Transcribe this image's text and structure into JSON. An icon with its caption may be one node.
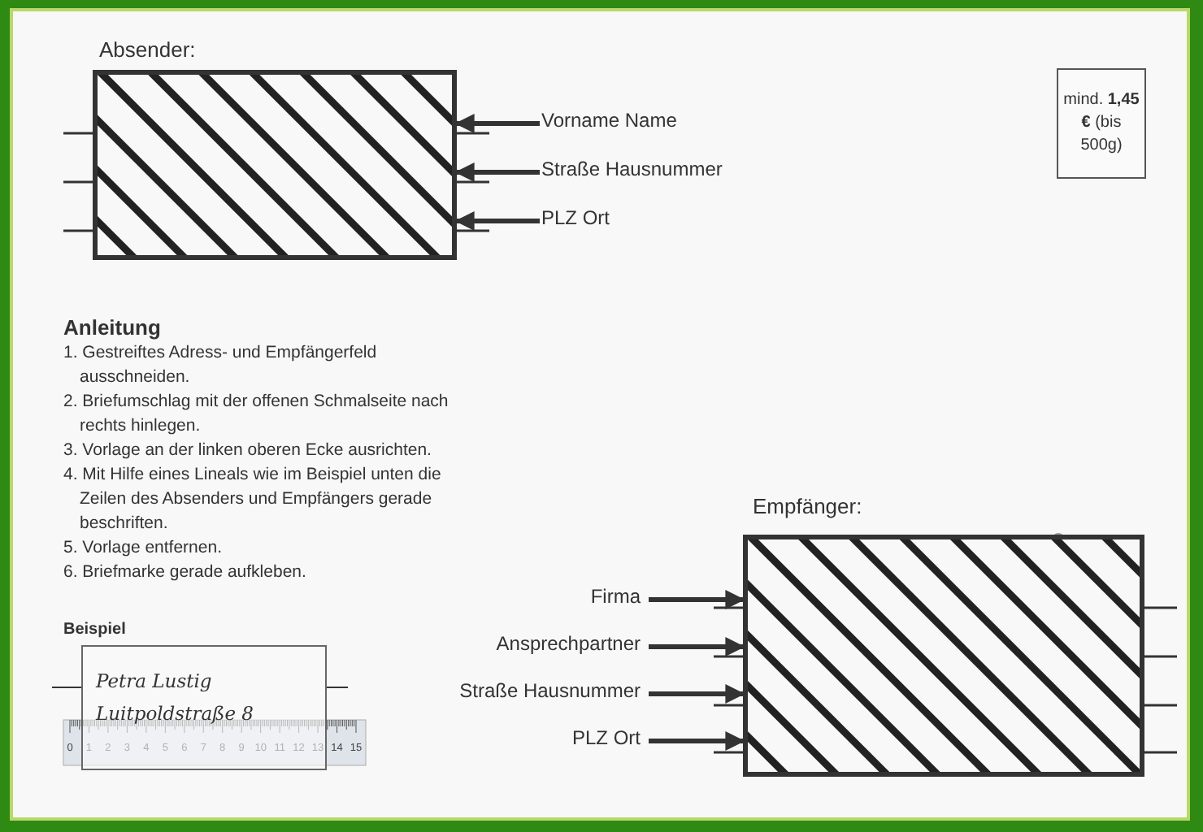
{
  "diagram": {
    "nodes": [
      {
        "text": [
          "Absender:"
        ]
      },
      {
        "text": [
          "Vorname Name"
        ]
      },
      {
        "text": [
          "Straße Hausnummer"
        ]
      },
      {
        "text": [
          "PLZ Ort"
        ]
      },
      {
        "text": [
          "mind. **1,45 €** (bis 500g)"
        ]
      },
      {
        "text": [
          "Beispiel",
          "Petra Lustig",
          "Luitpoldstraße 8"
        ]
      },
      {
        "text": [
          "Empfänger:"
        ]
      },
      {
        "text": [
          "Firma"
        ]
      },
      {
        "text": [
          "Ansprechpartner"
        ]
      },
      {
        "text": [
          "Straße Hausnummer"
        ]
      },
      {
        "text": [
          "PLZ Ort"
        ]
      }
    ],
    "edges": [
      {
        "from": 1,
        "to": 0,
        "arrow": "to"
      },
      {
        "from": 2,
        "to": 0,
        "arrow": "to"
      },
      {
        "from": 3,
        "to": 0,
        "arrow": "to"
      },
      {
        "from": 7,
        "to": 6,
        "arrow": "to"
      },
      {
        "from": 8,
        "to": 6,
        "arrow": "to"
      },
      {
        "from": 9,
        "to": 6,
        "arrow": "to"
      },
      {
        "from": 10,
        "to": 6,
        "arrow": "to"
      }
    ],
    "labels": [
      "Anleitung",
      "1. Gestreiftes Adress- und Empfängerfeld ausschneiden.",
      "2. Briefumschlag mit der offenen Schmalseite nach rechts hinlegen.",
      "3. Vorlage an der linken oberen Ecke ausrichten.",
      "4. Mit Hilfe eines Lineals wie im Beispiel unten die Zeilen des Absenders und Empfängers gerade beschriften.",
      "5. Vorlage entfernen.",
      "6. Briefmarke gerade aufkleben.",
      "0",
      "1",
      "2",
      "3",
      "4",
      "5",
      "6",
      "7",
      "8",
      "9",
      "10",
      "11",
      "12",
      "13",
      "14",
      "15"
    ]
  }
}
